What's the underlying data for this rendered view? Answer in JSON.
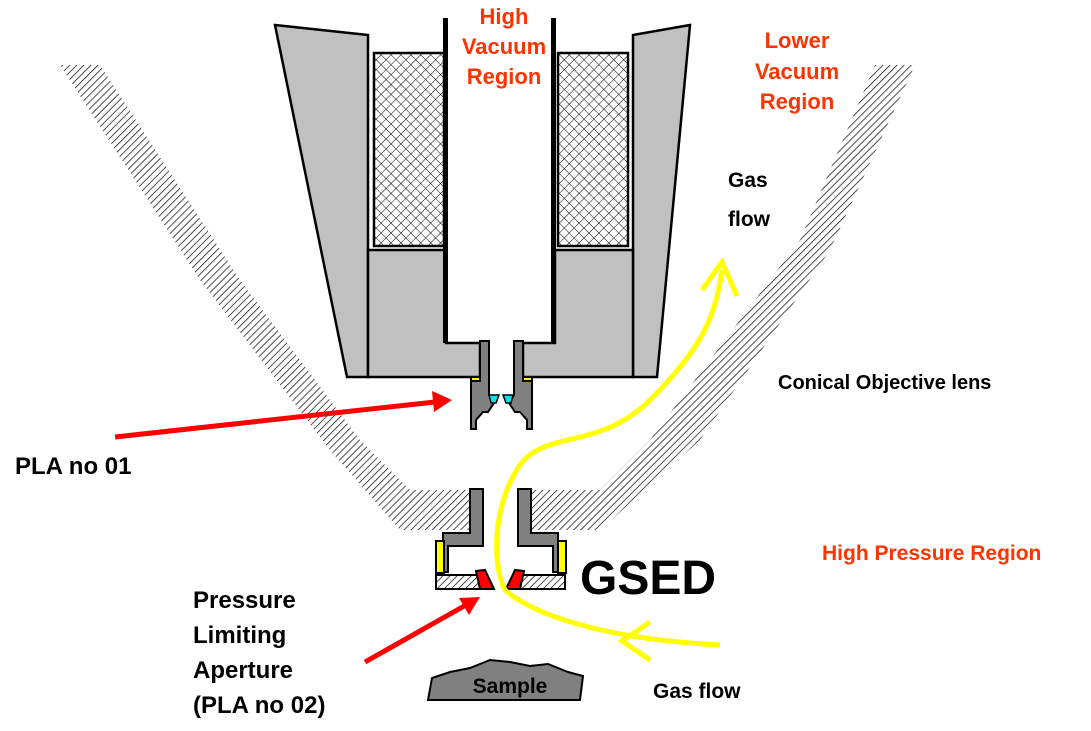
{
  "labels": {
    "high_vacuum": [
      "High",
      "Vacuum",
      "Region"
    ],
    "lower_vacuum": [
      "Lower",
      "Vacuum",
      "Region"
    ],
    "gas_flow_top": [
      "Gas",
      "flow"
    ],
    "conical_lens": "Conical Objective lens",
    "pla1": "PLA no 01",
    "high_pressure": "High Pressure Region",
    "gsed": "GSED",
    "pla2": [
      "Pressure",
      "Limiting",
      "Aperture",
      "(PLA no 02)"
    ],
    "sample": "Sample",
    "gas_flow_bottom": "Gas flow"
  },
  "colors": {
    "region_text": "#ff3300",
    "gas_flow": "#ffff00",
    "arrow": "#ff0000",
    "pole_piece": "#c0c0c0",
    "aperture_holder": "#808080",
    "aperture": "#ff0000",
    "seal": "#ffff00",
    "upper_aperture": "#00e5ee"
  }
}
